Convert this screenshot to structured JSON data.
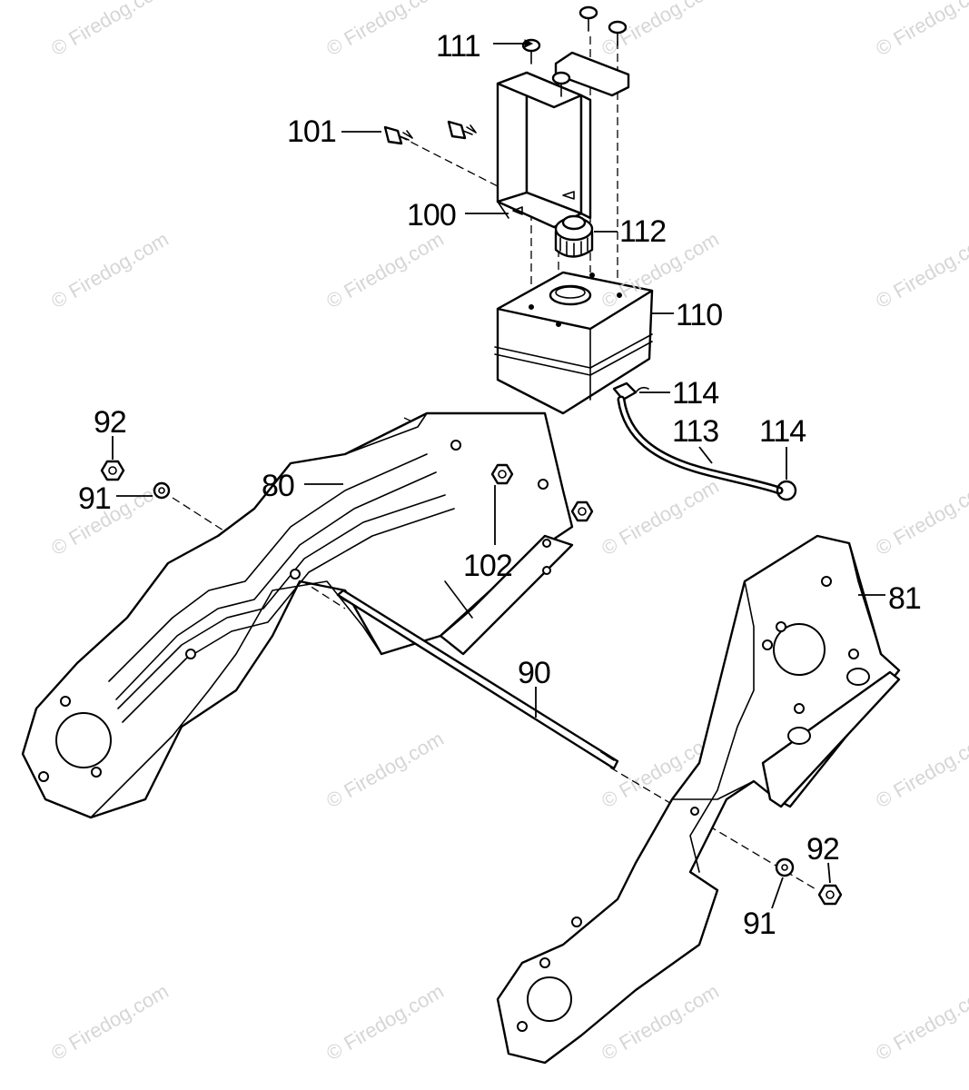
{
  "callouts": {
    "c111": "111",
    "c101": "101",
    "c100": "100",
    "c112": "112",
    "c110": "110",
    "c114a": "114",
    "c113": "113",
    "c114b": "114",
    "c92a": "92",
    "c91a": "91",
    "c80": "80",
    "c102": "102",
    "c81": "81",
    "c90": "90",
    "c92b": "92",
    "c91b": "91"
  },
  "watermark": {
    "text": "© Firedog.com",
    "color": "#cfcfcf"
  },
  "colors": {
    "line": "#000000",
    "background": "#ffffff"
  }
}
